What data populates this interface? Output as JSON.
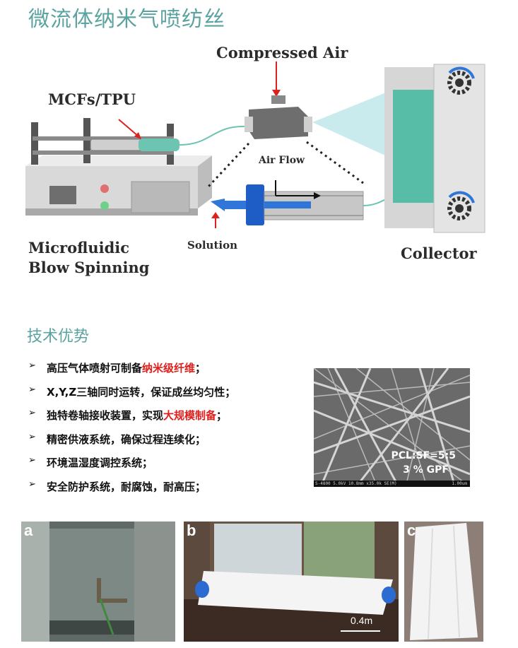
{
  "header": {
    "title": "微流体纳米气喷纺丝"
  },
  "diagram": {
    "compressed_air": "Compressed Air",
    "mcfs_tpu": "MCFs/TPU",
    "air_flow": "Air Flow",
    "microfluidic": "Microfluidic",
    "blow_spinning": "Blow Spinning",
    "solution": "Solution",
    "collector": "Collector"
  },
  "advantages": {
    "heading": "技术优势",
    "arrow_glyph": "➢",
    "items": [
      {
        "pre": "高压气体喷射可制备",
        "hl": "纳米级纤维",
        "post": "；"
      },
      {
        "pre": "X,Y,Z三轴同时运转，保证成丝均匀性；",
        "hl": "",
        "post": ""
      },
      {
        "pre": "独特卷轴接收装置，实现",
        "hl": "大规模制备",
        "post": "；"
      },
      {
        "pre": "精密供液系统，确保过程连续化；",
        "hl": "",
        "post": ""
      },
      {
        "pre": "环境温湿度调控系统；",
        "hl": "",
        "post": ""
      },
      {
        "pre": "安全防护系统，耐腐蚀，耐高压；",
        "hl": "",
        "post": ""
      }
    ],
    "highlight_color": "#e0201c"
  },
  "sem_image": {
    "label1": "PCL:SF=5:5",
    "label2": "3 % GPF",
    "info_bar": "S-4800 5.0kV 10.8mm x35.0k SE(M)",
    "scale": "1.00um"
  },
  "photos": [
    {
      "letter": "a"
    },
    {
      "letter": "b",
      "scale": "0.4m"
    },
    {
      "letter": "c"
    }
  ]
}
